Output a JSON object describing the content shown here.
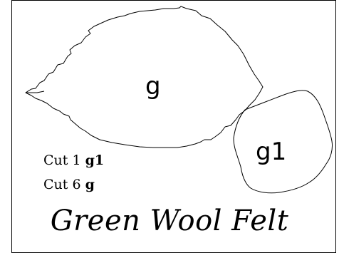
{
  "shapes": [
    {
      "id": "leaf-g",
      "label": "g"
    },
    {
      "id": "piece-g1",
      "label": "g1"
    }
  ],
  "instructions": [
    {
      "prefix": "Cut 1 ",
      "code": "g1"
    },
    {
      "prefix": "Cut 6 ",
      "code": "g"
    }
  ],
  "title": "Green Wool Felt",
  "colors": {
    "outline": "#000000",
    "background": "#ffffff"
  }
}
